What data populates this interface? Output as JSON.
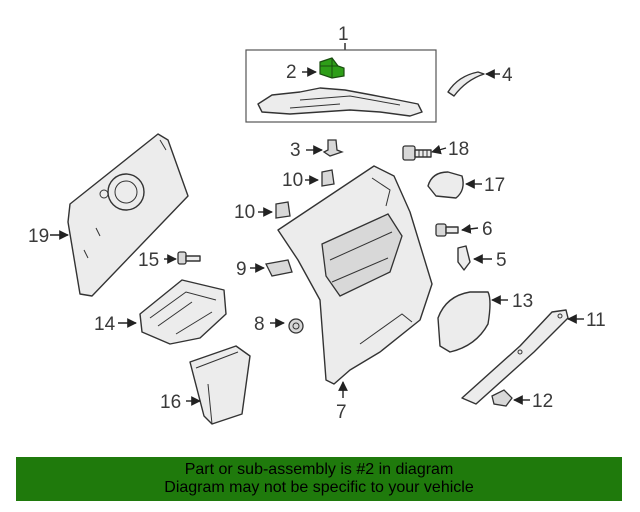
{
  "callouts": {
    "c1": "1",
    "c2": "2",
    "c3": "3",
    "c4": "4",
    "c5": "5",
    "c6": "6",
    "c7": "7",
    "c8": "8",
    "c9": "9",
    "c10a": "10",
    "c10b": "10",
    "c11": "11",
    "c12": "12",
    "c13": "13",
    "c14": "14",
    "c15": "15",
    "c16": "16",
    "c17": "17",
    "c18": "18",
    "c19": "19"
  },
  "banner": {
    "line1": "Part or sub-assembly is #2 in diagram",
    "line2": "Diagram may not be specific to your vehicle"
  },
  "colors": {
    "banner_bg": "#1f7a0c",
    "highlight_part": "#2e9e18"
  }
}
